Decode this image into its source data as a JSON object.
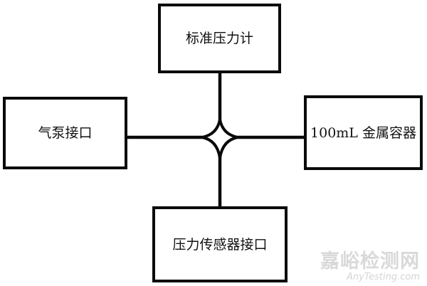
{
  "diagram": {
    "nodes": {
      "top": {
        "label": "标准压力计"
      },
      "left": {
        "label": "气泵接口"
      },
      "right": {
        "label": "100mL 金属容器"
      },
      "bottom": {
        "label": "压力传感器接口"
      }
    },
    "colors": {
      "stroke": "#0a0a0a",
      "fill": "#ffffff",
      "text": "#111111"
    }
  },
  "watermark": {
    "brand_cn": "嘉峪检测网",
    "brand_en": "AnyTesting.com",
    "color": "#d9d9d9"
  }
}
